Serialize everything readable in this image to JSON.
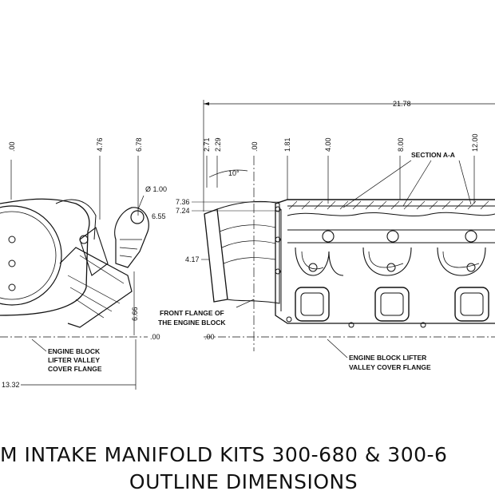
{
  "title": {
    "line1": "M INTAKE MANIFOLD KITS 300-680 & 300-6",
    "line2": "OUTLINE DIMENSIONS"
  },
  "left_view": {
    "dims_top": [
      ".00",
      "4.76",
      "6.78"
    ],
    "diameter": "Ø 1.00",
    "dim_6_55": "6.55",
    "dim_6_66": "6.66",
    "dim_00_bottom": ".00",
    "dim_13_32": "13.32",
    "callout_line1": "ENGINE BLOCK",
    "callout_line2": "LIFTER VALLEY",
    "callout_line3": "COVER FLANGE"
  },
  "right_view": {
    "overall": "21.78",
    "dims_top": [
      "2.71",
      "2.29",
      ".00",
      "1.81",
      "4.00",
      "8.00",
      "12.00"
    ],
    "section": "SECTION A-A",
    "angle": "10°",
    "dim_7_36": "7.36",
    "dim_7_24": "7.24",
    "dim_4_17": "4.17",
    "dim_00_bottom": ".00",
    "front_flange_line1": "FRONT FLANGE OF",
    "front_flange_line2": "THE ENGINE BLOCK",
    "callout_line1": "ENGINE BLOCK LIFTER",
    "callout_line2": "VALLEY COVER FLANGE"
  }
}
